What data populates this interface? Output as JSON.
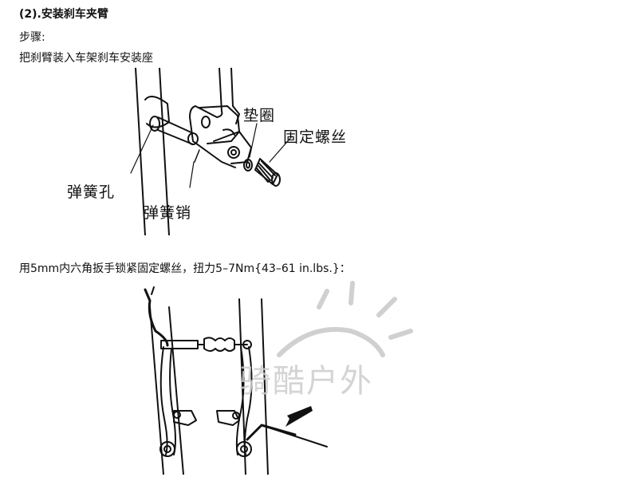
{
  "heading": "(2).安装刹车夹臂",
  "steps_label": "步骤:",
  "instruction_1": "把刹臂装入车架刹车安装座",
  "figure_1": {
    "label_washer": "垫圈",
    "label_bolt": "固定螺丝",
    "label_spring_hole": "弹簧孔",
    "label_spring_pin": "弹簧销"
  },
  "instruction_2": "用5mm内六角扳手锁紧固定螺丝，扭力5–7Nm{43–61 in.lbs.}：",
  "watermark": "骑酷户外",
  "colors": {
    "ink": "#111111",
    "watermark": "#d0d0d0"
  }
}
